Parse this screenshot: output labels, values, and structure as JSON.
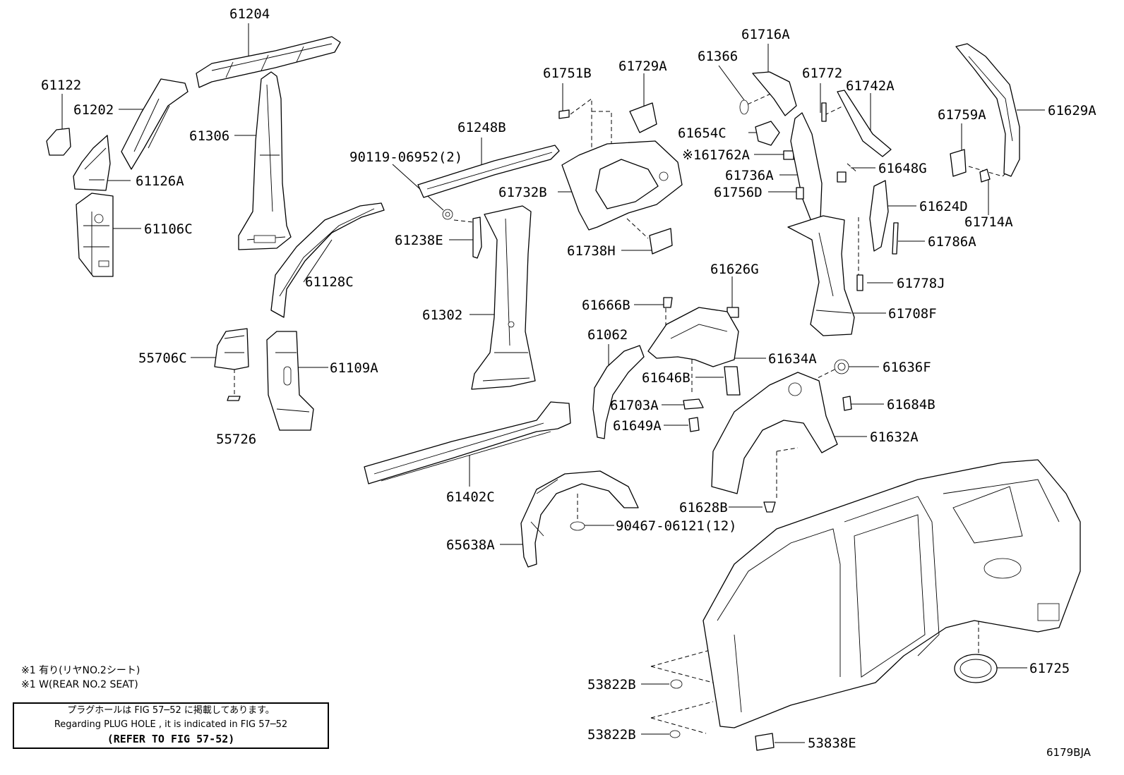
{
  "figure_code": "6179BJA",
  "footnotes": {
    "jp": "※1 有り(リヤNO.2シート)",
    "en": "※1 W(REAR NO.2 SEAT)"
  },
  "plug_note": {
    "jp": "プラグホールは FIG 57─52 に掲載してあります。",
    "en": "Regarding  PLUG  HOLE , it is indicated in FIG  57─52",
    "ref": "(REFER TO FIG 57-52)"
  },
  "parts": [
    "61204",
    "61122",
    "61202",
    "61126A",
    "61106C",
    "61306",
    "61248B",
    "90119-06952(2)",
    "61238E",
    "61128C",
    "61302",
    "55706C",
    "61109A",
    "55726",
    "61402C",
    "65638A",
    "61751B",
    "61729A",
    "61732B",
    "61738H",
    "61366",
    "61716A",
    "61772",
    "61742A",
    "61654C",
    "※161762A",
    "61736A",
    "61756D",
    "61648G",
    "61629A",
    "61759A",
    "61714A",
    "61624D",
    "61786A",
    "61778J",
    "61708F",
    "61626G",
    "61666B",
    "61062",
    "61634A",
    "61646B",
    "61703A",
    "61649A",
    "61636F",
    "61684B",
    "61632A",
    "61628B",
    "90467-06121(12)",
    "61725",
    "53822B",
    "53822B",
    "53838E"
  ]
}
